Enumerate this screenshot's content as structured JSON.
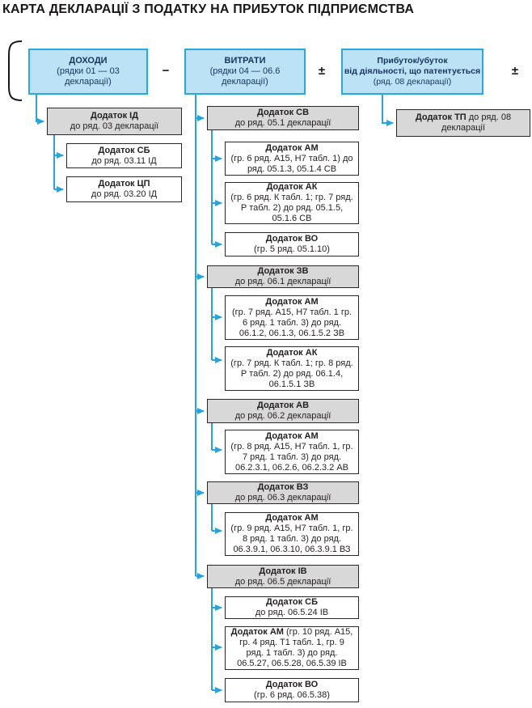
{
  "page_title": "КАРТА ДЕКЛАРАЦІЇ З ПОДАТКУ НА ПРИБУТОК ПІДПРИЄМСТВА",
  "operators": {
    "minus": "−",
    "plus_minus_1": "±",
    "plus_minus_2": "±"
  },
  "formula_boxes": {
    "incomes": {
      "label": "ДОХОДИ",
      "detail": "(рядки 01 — 03 декларації)"
    },
    "expenses": {
      "label": "ВИТРАТИ",
      "detail": "(рядки 04 — 06.6 декларації)"
    },
    "patented": {
      "label_line1": "Прибуток/убуток",
      "label_line2": "від діяльності, що патентується",
      "detail": "(ряд. 08 декларації)"
    }
  },
  "income_appendices": {
    "id": {
      "label": "Додаток ІД",
      "detail": "до ряд. 03 декларації"
    },
    "sb": {
      "label": "Додаток СБ",
      "detail": "до ряд. 03.11 ІД"
    },
    "cp": {
      "label": "Додаток ЦП",
      "detail": "до ряд. 03.20 ІД"
    }
  },
  "expense_appendices": {
    "sv": {
      "label": "Додаток СВ",
      "detail": "до ряд. 05.1 декларації"
    },
    "sv_am": {
      "label": "Додаток АМ",
      "detail": "(гр. 6 ряд. А15, Н7 табл. 1) до ряд. 05.1.3, 05.1.4 СВ"
    },
    "sv_ak": {
      "label": "Додаток АК",
      "detail": "(гр. 6 ряд. К табл. 1; гр. 7 ряд. Р табл. 2) до ряд. 05.1.5, 05.1.6 СВ"
    },
    "sv_vo": {
      "label": "Додаток ВО",
      "detail": "(гр. 5 ряд. 05.1.10)"
    },
    "zv": {
      "label": "Додаток ЗВ",
      "detail": "до ряд. 06.1 декларації"
    },
    "zv_am": {
      "label": "Додаток АМ",
      "detail": "(гр. 7 ряд. А15, Н7 табл. 1 гр. 6 ряд. 1 табл. 3) до ряд. 06.1.2, 06.1.3, 06.1.5.2 ЗВ"
    },
    "zv_ak": {
      "label": "Додаток АК",
      "detail": "(гр. 7 ряд. К табл. 1; гр. 8 ряд. Р табл. 2) до ряд. 06.1.4, 06.1.5.1 ЗВ"
    },
    "av": {
      "label": "Додаток АВ",
      "detail": "до ряд. 06.2 декларації"
    },
    "av_am": {
      "label": "Додаток АМ",
      "detail": "(гр. 8 ряд. А15, Н7 табл. 1, гр. 7 ряд. 1 табл. 3) до ряд. 06.2.3.1, 06.2.6, 06.2.3.2 АВ"
    },
    "vz": {
      "label": "Додаток ВЗ",
      "detail": "до ряд. 06.3 декларації"
    },
    "vz_am": {
      "label": "Додаток АМ",
      "detail": "(гр. 9 ряд. А15, Н7 табл. 1, гр. 8 ряд. 1 табл. 3) до ряд. 06.3.9.1, 06.3.10, 06.3.9.1 ВЗ"
    },
    "iv": {
      "label": "Додаток ІВ",
      "detail": "до ряд. 06.5 декларації"
    },
    "iv_sb": {
      "label": "Додаток СБ",
      "detail": "до ряд. 06.5.24 ІВ"
    },
    "iv_am": {
      "label": "Додаток АМ",
      "detail": "(гр. 10 ряд. А15, гр. 4 ряд. Т1 табл. 1, гр. 9 ряд. 1 табл. 3) до ряд. 06.5.27, 06.5.28, 06.5.39 ІВ"
    },
    "iv_vo": {
      "label": "Додаток ВО",
      "detail": "(гр. 6 ряд. 06.5.38)"
    }
  },
  "patent_appendices": {
    "tp": {
      "label": "Додаток ТП",
      "detail": "до ряд. 08 декларації"
    }
  },
  "colors": {
    "accent_blue": "#29a3dc",
    "box_blue_fill": "#bce3f5",
    "box_gray_fill": "#d8d8d8"
  }
}
